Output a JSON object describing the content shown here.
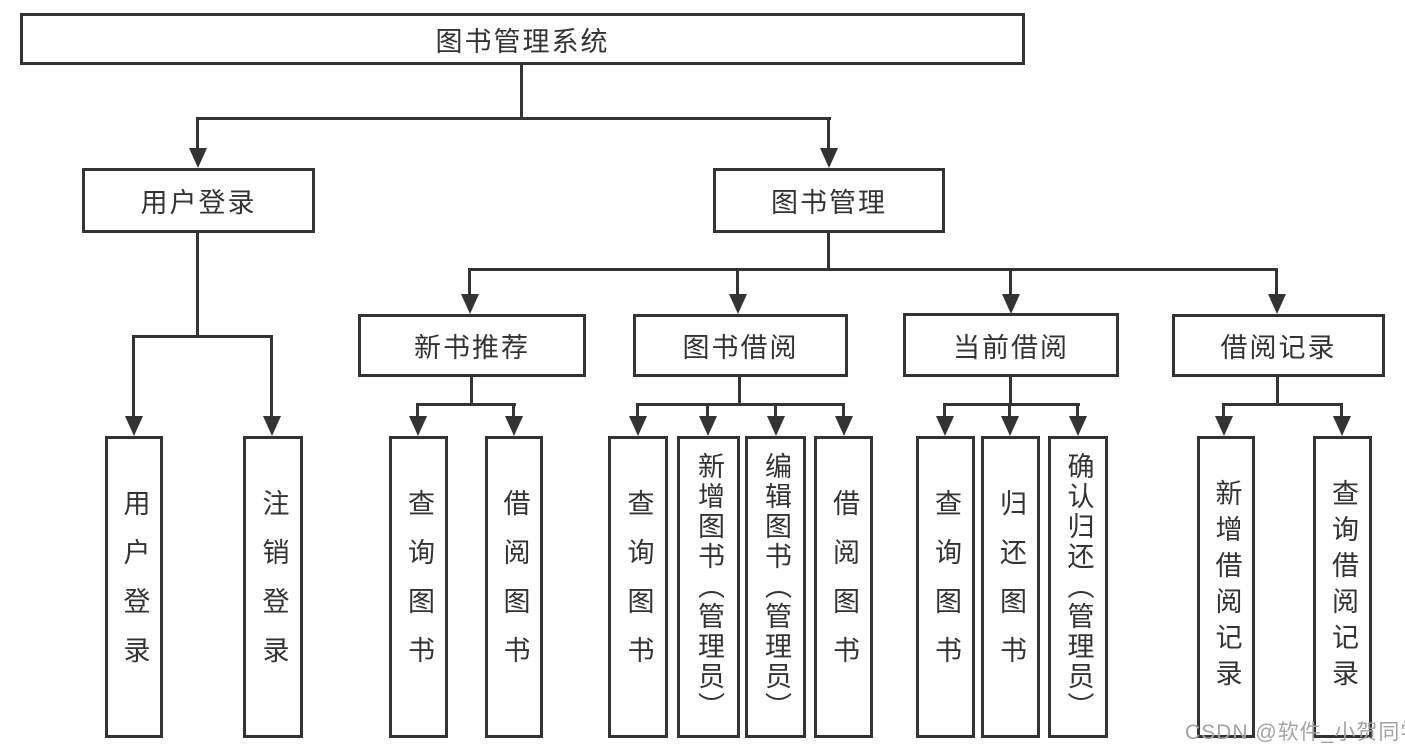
{
  "diagram": {
    "root": {
      "label": "图书管理系统"
    },
    "login_branch": {
      "label": "用户登录",
      "children": [
        {
          "label": "用户登录"
        },
        {
          "label": "注销登录"
        }
      ]
    },
    "management_branch": {
      "label": "图书管理",
      "groups": [
        {
          "label": "新书推荐",
          "children": [
            {
              "label": "查询图书"
            },
            {
              "label": "借阅图书"
            }
          ]
        },
        {
          "label": "图书借阅",
          "children": [
            {
              "label": "查询图书"
            },
            {
              "label": "新增图书（管理员）"
            },
            {
              "label": "编辑图书（管理员）"
            },
            {
              "label": "借阅图书"
            }
          ]
        },
        {
          "label": "当前借阅",
          "children": [
            {
              "label": "查询图书"
            },
            {
              "label": "归还图书"
            },
            {
              "label": "确认归还（管理员）"
            }
          ]
        },
        {
          "label": "借阅记录",
          "children": [
            {
              "label": "新增借阅记录"
            },
            {
              "label": "查询借阅记录"
            }
          ]
        }
      ]
    }
  },
  "watermark": {
    "text": "CSDN @软件_小贺同学"
  },
  "colors": {
    "line": "#333333",
    "text": "#333333",
    "background": "#ffffff",
    "watermark": "#a3a3a3"
  }
}
